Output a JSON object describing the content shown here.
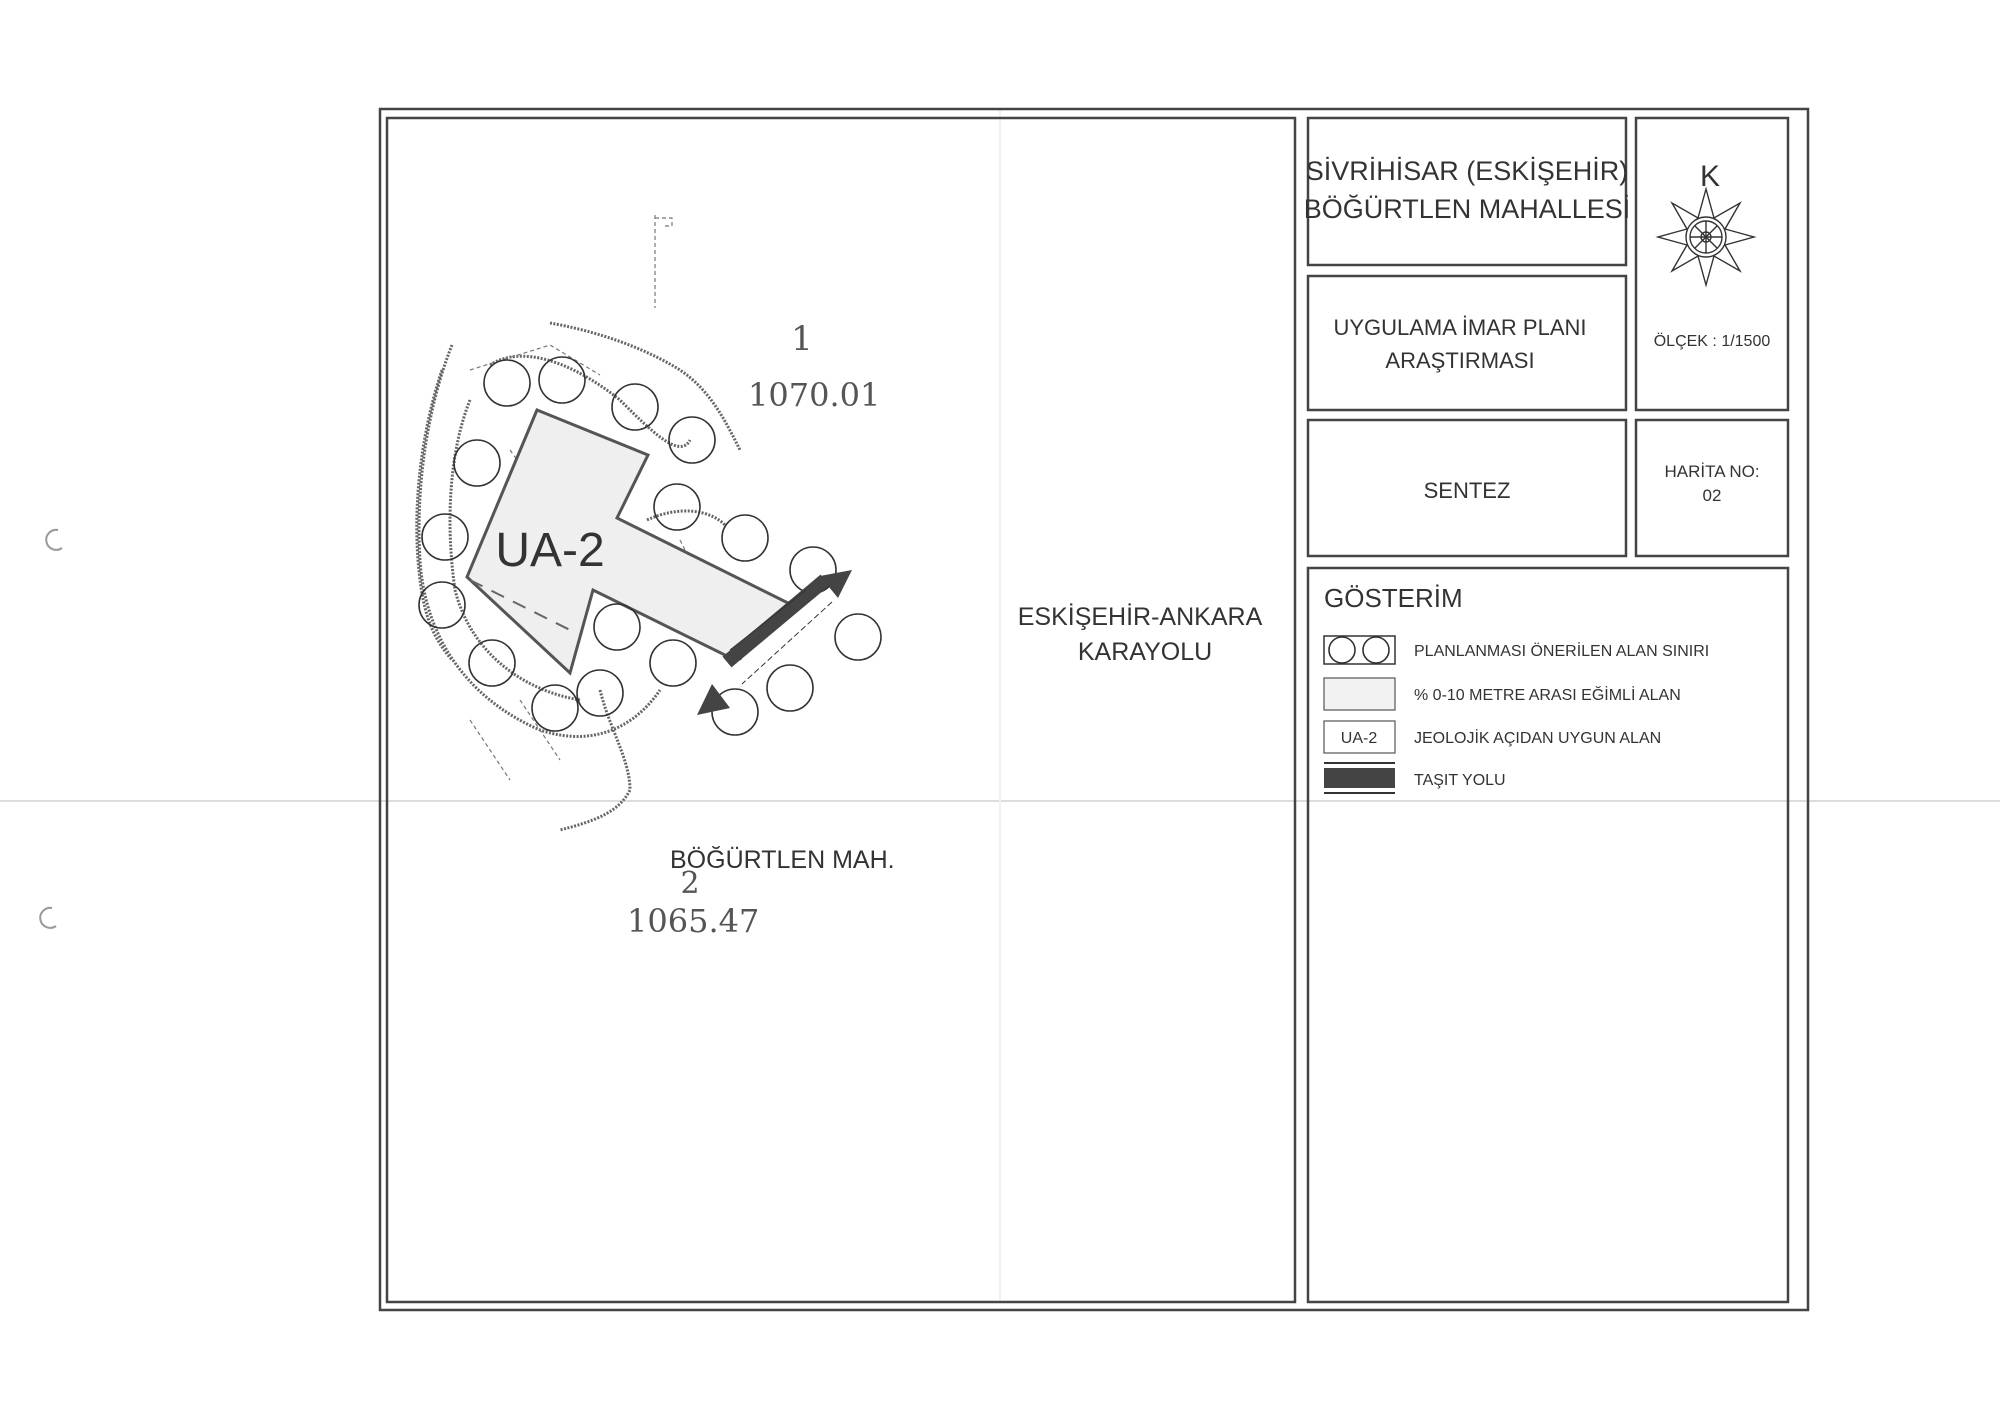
{
  "title_block": {
    "location_line1": "SİVRİHİSAR (ESKİŞEHİR)",
    "location_line2": "BÖĞÜRTLEN MAHALLESİ",
    "plan_line1": "UYGULAMA İMAR PLANI",
    "plan_line2": "ARAŞTIRMASI",
    "map_type": "SENTEZ",
    "north_label": "K",
    "scale": "ÖLÇEK : 1/1500",
    "map_no_label": "HARİTA NO:",
    "map_no": "02"
  },
  "legend": {
    "title": "GÖSTERİM",
    "items": [
      {
        "symbol": "circles",
        "label": "PLANLANMASI ÖNERİLEN ALAN SINIRI"
      },
      {
        "symbol": "light-fill",
        "label": "% 0-10 METRE ARASI EĞİMLİ ALAN"
      },
      {
        "symbol": "UA-2",
        "label": "JEOLOJİK AÇIDAN UYGUN ALAN"
      },
      {
        "symbol": "dark-road",
        "label": "TAŞIT YOLU"
      }
    ]
  },
  "map": {
    "area_label": "UA-2",
    "point1_id": "1",
    "point1_elev": "1070.01",
    "point2_id": "2",
    "point2_elev": "1065.47",
    "neighborhood": "BÖĞÜRTLEN MAH.",
    "road_line1": "ESKİŞEHİR-ANKARA",
    "road_line2": "KARAYOLU"
  },
  "colors": {
    "ink": "#333333",
    "fill": "#eeeeee",
    "road": "#444444"
  }
}
